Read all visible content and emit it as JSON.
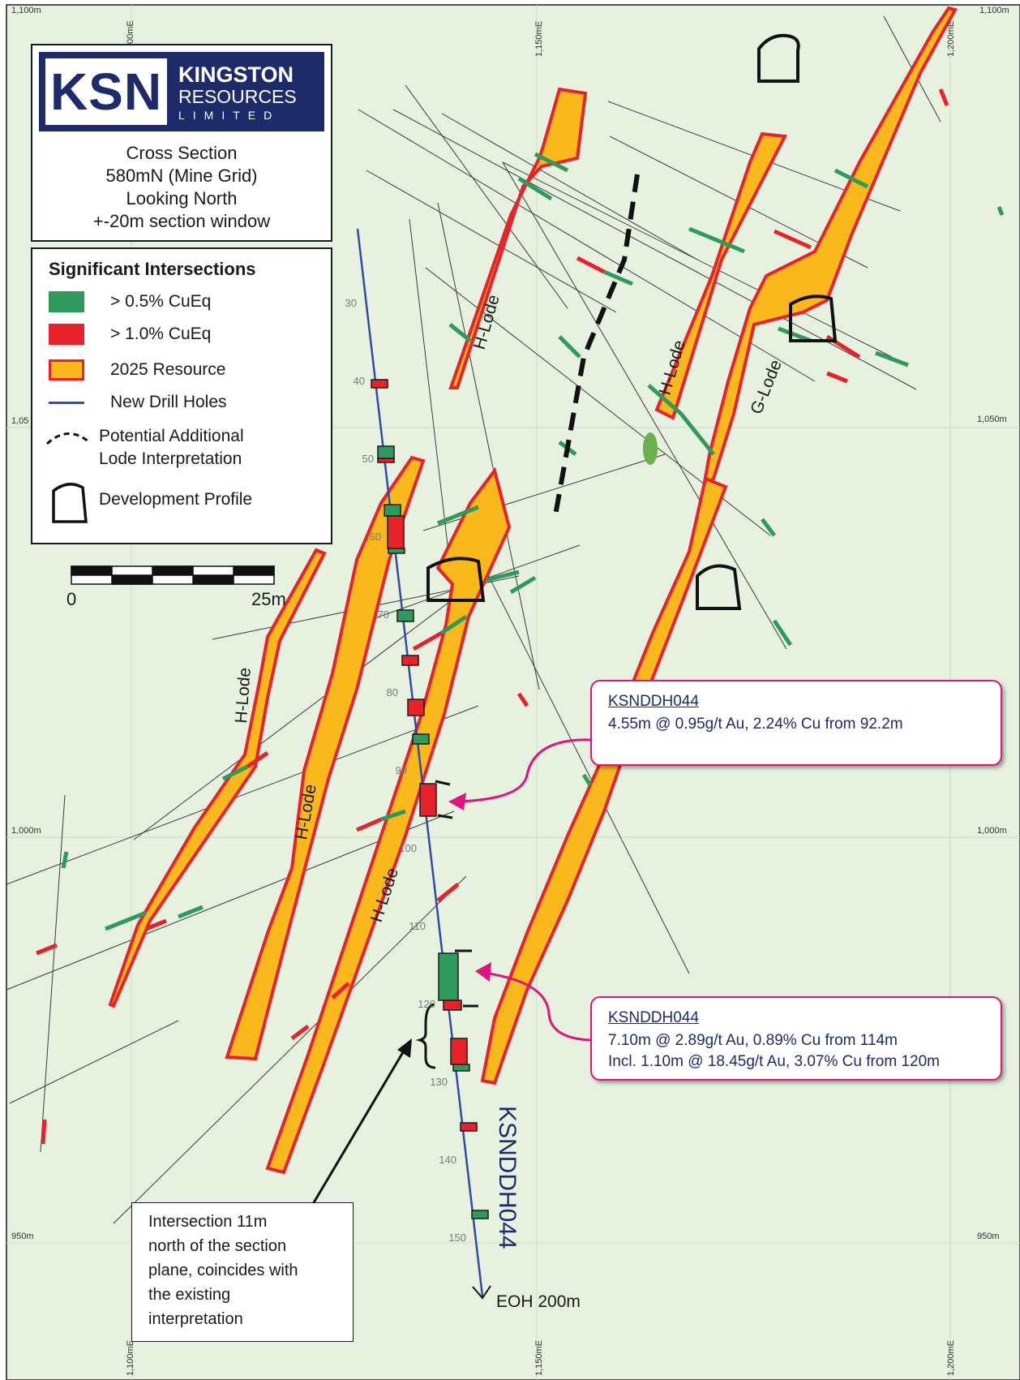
{
  "colors": {
    "background": "#e6f2df",
    "lode_fill": "#f9b81b",
    "lode_outline": "#e8222b",
    "green_intersection": "#2e9a5c",
    "red_intersection": "#e8222b",
    "drill_hole": "#2f4aa8",
    "brand_navy": "#1d2b6b",
    "callout_border": "#e0147c"
  },
  "logo": {
    "initials": "KSN",
    "name": "KINGSTON",
    "name_line2": "RESOURCES",
    "suffix": "LIMITED"
  },
  "title": {
    "line1": "Cross Section",
    "line2": "580mN (Mine Grid)",
    "line3": "Looking North",
    "line4": "+-20m section window"
  },
  "legend": {
    "title": "Significant Intersections",
    "items": [
      {
        "label": "> 0.5% CuEq",
        "symbol": "green-box"
      },
      {
        "label": "> 1.0% CuEq",
        "symbol": "red-box"
      },
      {
        "label": "2025 Resource",
        "symbol": "orange-box"
      },
      {
        "label": "New Drill Holes",
        "symbol": "blue-line"
      },
      {
        "label": "Potential Additional",
        "label_line2": "Lode Interpretation",
        "symbol": "dashed-line"
      },
      {
        "label": "Development Profile",
        "symbol": "profile-outline"
      }
    ]
  },
  "scale": {
    "start": "0",
    "end": "25m"
  },
  "grid": {
    "easting_top": [
      "00mE",
      "1,150mE",
      "1,200mE"
    ],
    "easting_bottom": [
      "1,100mE",
      "1,150mE",
      "1,200mE"
    ],
    "corner_top_left": "1,100m",
    "corner_top_right": "1,100m",
    "northing_left": [
      "1,05",
      "1,000m",
      "950m"
    ],
    "northing_right": [
      "1,050m",
      "1,000m",
      "950m"
    ]
  },
  "lode_labels": [
    "H-Lode",
    "H-Lode",
    "G-Lode",
    "H-Lode",
    "H-Lode",
    "H-Lode"
  ],
  "drill_hole": {
    "name": "KSNDDH044",
    "eoh": "EOH 200m",
    "depth_ticks": [
      "30",
      "40",
      "50",
      "60",
      "70",
      "80",
      "90",
      "100",
      "110",
      "120",
      "130",
      "140",
      "150"
    ]
  },
  "callouts": [
    {
      "hole": "KSNDDH044",
      "line1": "4.55m @ 0.95g/t Au, 2.24% Cu from 92.2m"
    },
    {
      "hole": "KSNDDH044",
      "line1": "7.10m @ 2.89g/t Au, 0.89% Cu from 114m",
      "line2": "Incl. 1.10m @ 18.45g/t Au, 3.07% Cu from 120m"
    }
  ],
  "note": {
    "line1": "Intersection 11m",
    "line2": "north of the section",
    "line3": "plane, coincides with",
    "line4": "the existing",
    "line5": "interpretation"
  }
}
